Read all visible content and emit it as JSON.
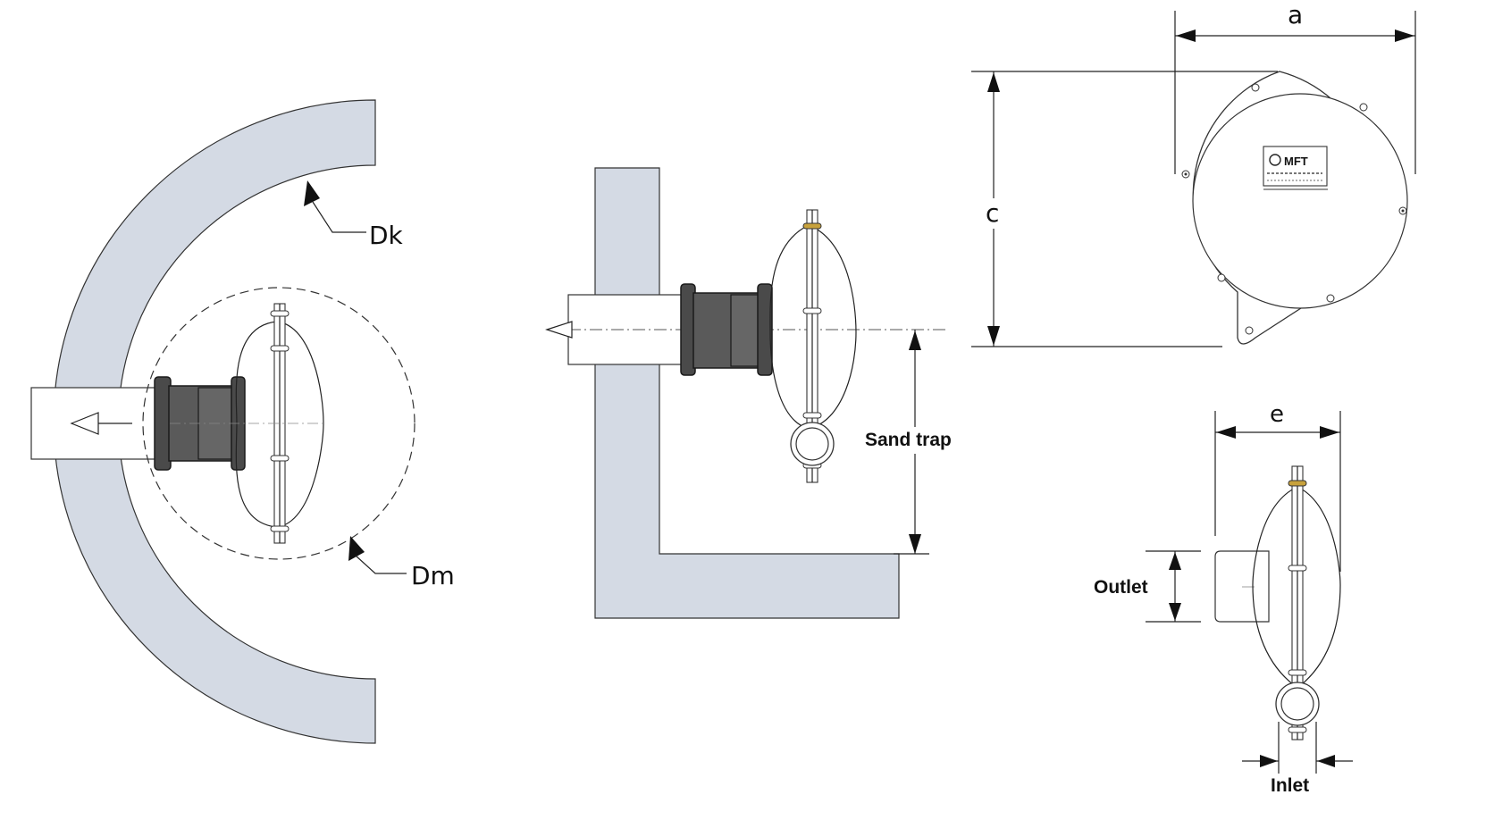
{
  "labels": {
    "dk": "Dk",
    "dm": "Dm",
    "a": "a",
    "c": "c",
    "e": "e",
    "sand_trap": "Sand trap",
    "outlet": "Outlet",
    "inlet": "Inlet",
    "logo": "MFT"
  },
  "colors": {
    "wall": "#d4dae4",
    "regulator_body": "#5a5a5a",
    "valve_accent": "#c8a23c"
  }
}
